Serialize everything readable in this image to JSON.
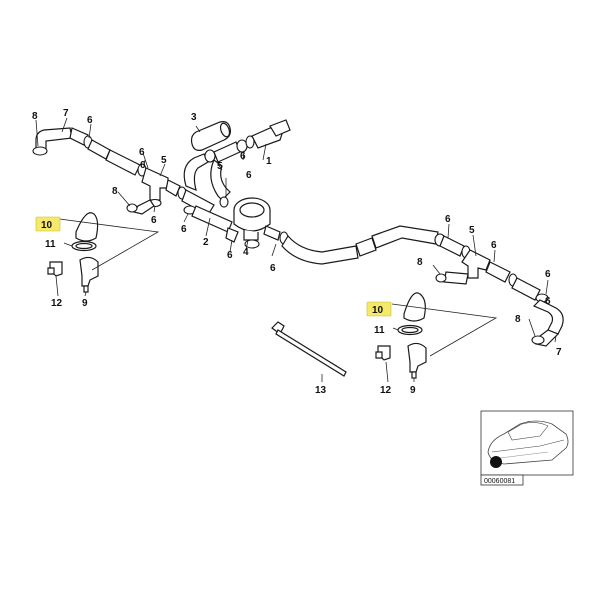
{
  "diagram": {
    "labels": {
      "p1": "1",
      "p2": "2",
      "p3": "3",
      "p4": "4",
      "p5a": "5",
      "p5b": "5",
      "p6": "6",
      "p7": "7",
      "p8": "8",
      "p9": "9",
      "p10": "10",
      "p11": "11",
      "p12": "12",
      "p13": "13"
    },
    "reference_code": "00060081",
    "highlight_color": "#f4e96a"
  }
}
